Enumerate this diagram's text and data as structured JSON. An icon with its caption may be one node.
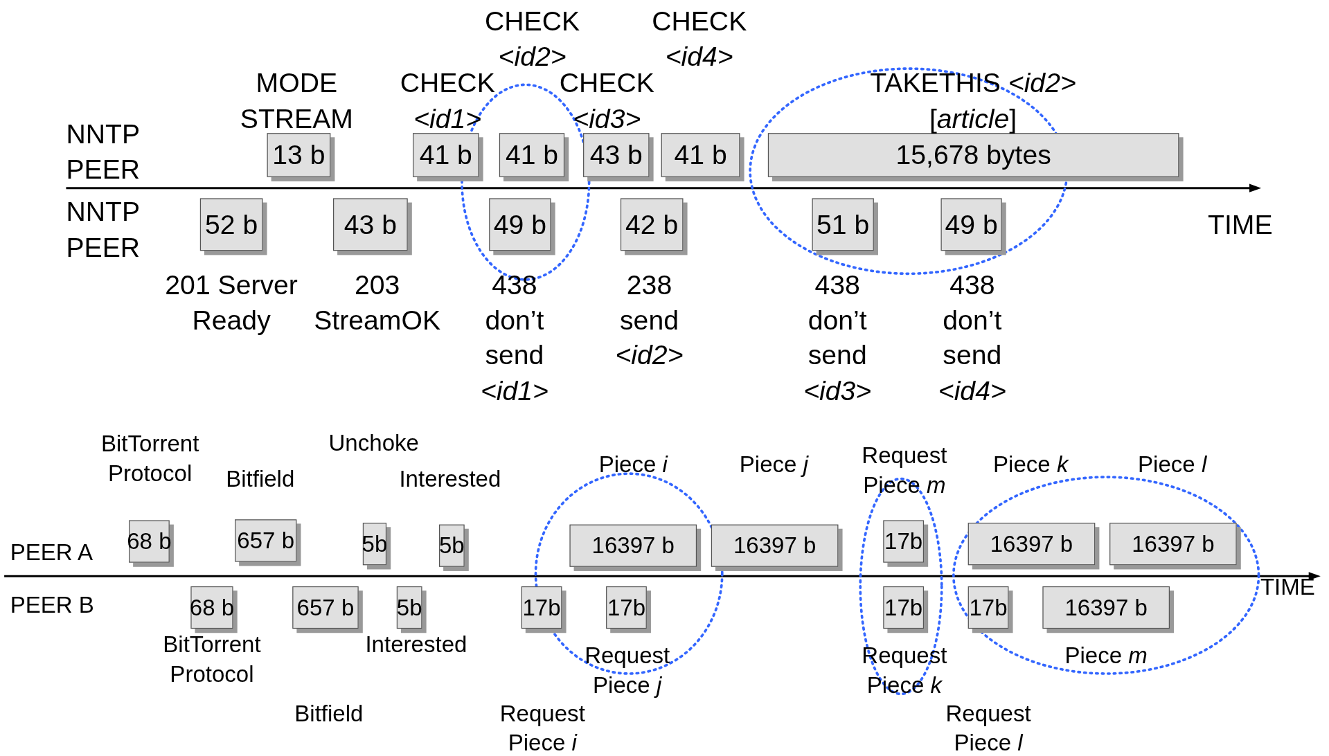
{
  "diagram": {
    "nodes": [
      {
        "text": [
          "13 b"
        ],
        "beside": [
          "MODE STREAM"
        ]
      },
      {
        "text": [
          "41 b"
        ],
        "beside": [
          "CHECK *<id1>*"
        ]
      },
      {
        "text": [
          "41 b"
        ],
        "beside": [
          "CHECK *<id2>*"
        ]
      },
      {
        "text": [
          "43 b"
        ],
        "beside": [
          "CHECK *<id3>*"
        ]
      },
      {
        "text": [
          "41 b"
        ],
        "beside": [
          "CHECK *<id4>*"
        ]
      },
      {
        "text": [
          "15,678 bytes"
        ],
        "beside": [
          "TAKETHIS *<id2>* [*article*]"
        ]
      },
      {
        "text": [
          "52 b"
        ],
        "beside": [
          "201 Server Ready"
        ]
      },
      {
        "text": [
          "43 b"
        ],
        "beside": [
          "203 StreamOK"
        ]
      },
      {
        "text": [
          "49 b"
        ],
        "beside": [
          "438 don’t send *<id1>*"
        ]
      },
      {
        "text": [
          "42 b"
        ],
        "beside": [
          "238 send *<id2>*"
        ]
      },
      {
        "text": [
          "51 b"
        ],
        "beside": [
          "438 don’t send *<id3>*"
        ]
      },
      {
        "text": [
          "49 b"
        ],
        "beside": [
          "438 don’t send *<id4>*"
        ]
      },
      {
        "text": [
          "68 b"
        ],
        "beside": [
          "BitTorrent Protocol"
        ]
      },
      {
        "text": [
          "657 b"
        ],
        "beside": [
          "Bitfield"
        ]
      },
      {
        "text": [
          "5b"
        ],
        "beside": [
          "Unchoke"
        ]
      },
      {
        "text": [
          "5b"
        ],
        "beside": [
          "Interested"
        ]
      },
      {
        "text": [
          "16397 b"
        ],
        "beside": [
          "Piece *i*"
        ]
      },
      {
        "text": [
          "16397 b"
        ],
        "beside": [
          "Piece *j*"
        ]
      },
      {
        "text": [
          "17b"
        ],
        "beside": [
          "Request Piece *m*"
        ]
      },
      {
        "text": [
          "16397 b"
        ],
        "beside": [
          "Piece *k*"
        ]
      },
      {
        "text": [
          "16397 b"
        ],
        "beside": [
          "Piece *l*"
        ]
      },
      {
        "text": [
          "68 b"
        ],
        "beside": [
          "BitTorrent Protocol"
        ]
      },
      {
        "text": [
          "657 b"
        ],
        "beside": [
          "Bitfield"
        ]
      },
      {
        "text": [
          "5b"
        ],
        "beside": [
          "Interested"
        ]
      },
      {
        "text": [
          "17b"
        ],
        "beside": [
          "Request Piece *i*"
        ]
      },
      {
        "text": [
          "17b"
        ],
        "beside": [
          "Request Piece *j*"
        ]
      },
      {
        "text": [
          "17b"
        ],
        "beside": [
          "Request Piece *k*"
        ]
      },
      {
        "text": [
          "17b"
        ],
        "beside": [
          "Request Piece *l*"
        ]
      },
      {
        "text": [
          "16397 b"
        ],
        "beside": [
          "Piece *m*"
        ]
      }
    ],
    "labels": [
      "NNTP PEER",
      "NNTP PEER",
      "TIME",
      "PEER A",
      "PEER B",
      "TIME"
    ]
  }
}
